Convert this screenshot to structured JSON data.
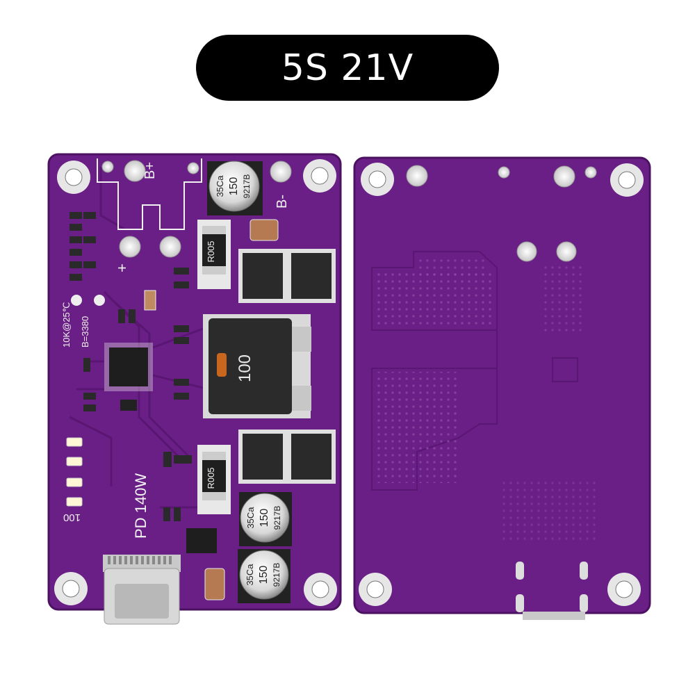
{
  "banner": {
    "title": "5S 21V"
  },
  "board_front": {
    "labels": {
      "b_plus": "B+",
      "b_minus": "B-",
      "plus": "+",
      "ntc": "10K@25℃",
      "beta": "B=3380",
      "power": "PD 140W",
      "led_res": "100",
      "r005_top": "R005",
      "r005_bottom": "R005",
      "inductor": "100"
    },
    "capacitors": [
      {
        "line1": "35Ca",
        "line2": "150",
        "line3": "9217B"
      },
      {
        "line1": "35Ca",
        "line2": "150",
        "line3": "9217B"
      },
      {
        "line1": "35Ca",
        "line2": "150",
        "line3": "9217B"
      }
    ]
  },
  "colors": {
    "pcb": "#6a1f86",
    "pcb_dark": "#551571",
    "silkscreen": "#f2f2f2",
    "banner_bg": "#000000",
    "banner_text": "#ffffff"
  }
}
